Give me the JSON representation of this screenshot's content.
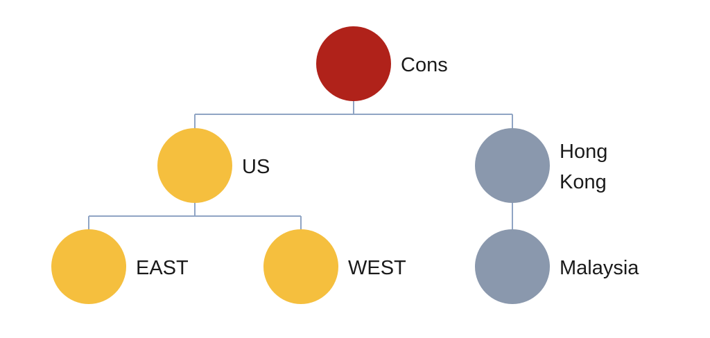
{
  "colors": {
    "root": "#B0221A",
    "us_branch": "#F5BF3E",
    "hk_branch": "#8A98AD",
    "connector": "#8FA4C4",
    "text": "#1a1a1a"
  },
  "nodes": {
    "cons": {
      "label": "Cons"
    },
    "us": {
      "label": "US"
    },
    "hong_kong": {
      "label_line1": "Hong",
      "label_line2": "Kong"
    },
    "east": {
      "label": "EAST"
    },
    "west": {
      "label": "WEST"
    },
    "malaysia": {
      "label": "Malaysia"
    }
  },
  "edges": [
    {
      "from": "Cons",
      "to": "US"
    },
    {
      "from": "Cons",
      "to": "Hong Kong"
    },
    {
      "from": "US",
      "to": "EAST"
    },
    {
      "from": "US",
      "to": "WEST"
    },
    {
      "from": "Hong Kong",
      "to": "Malaysia"
    }
  ]
}
